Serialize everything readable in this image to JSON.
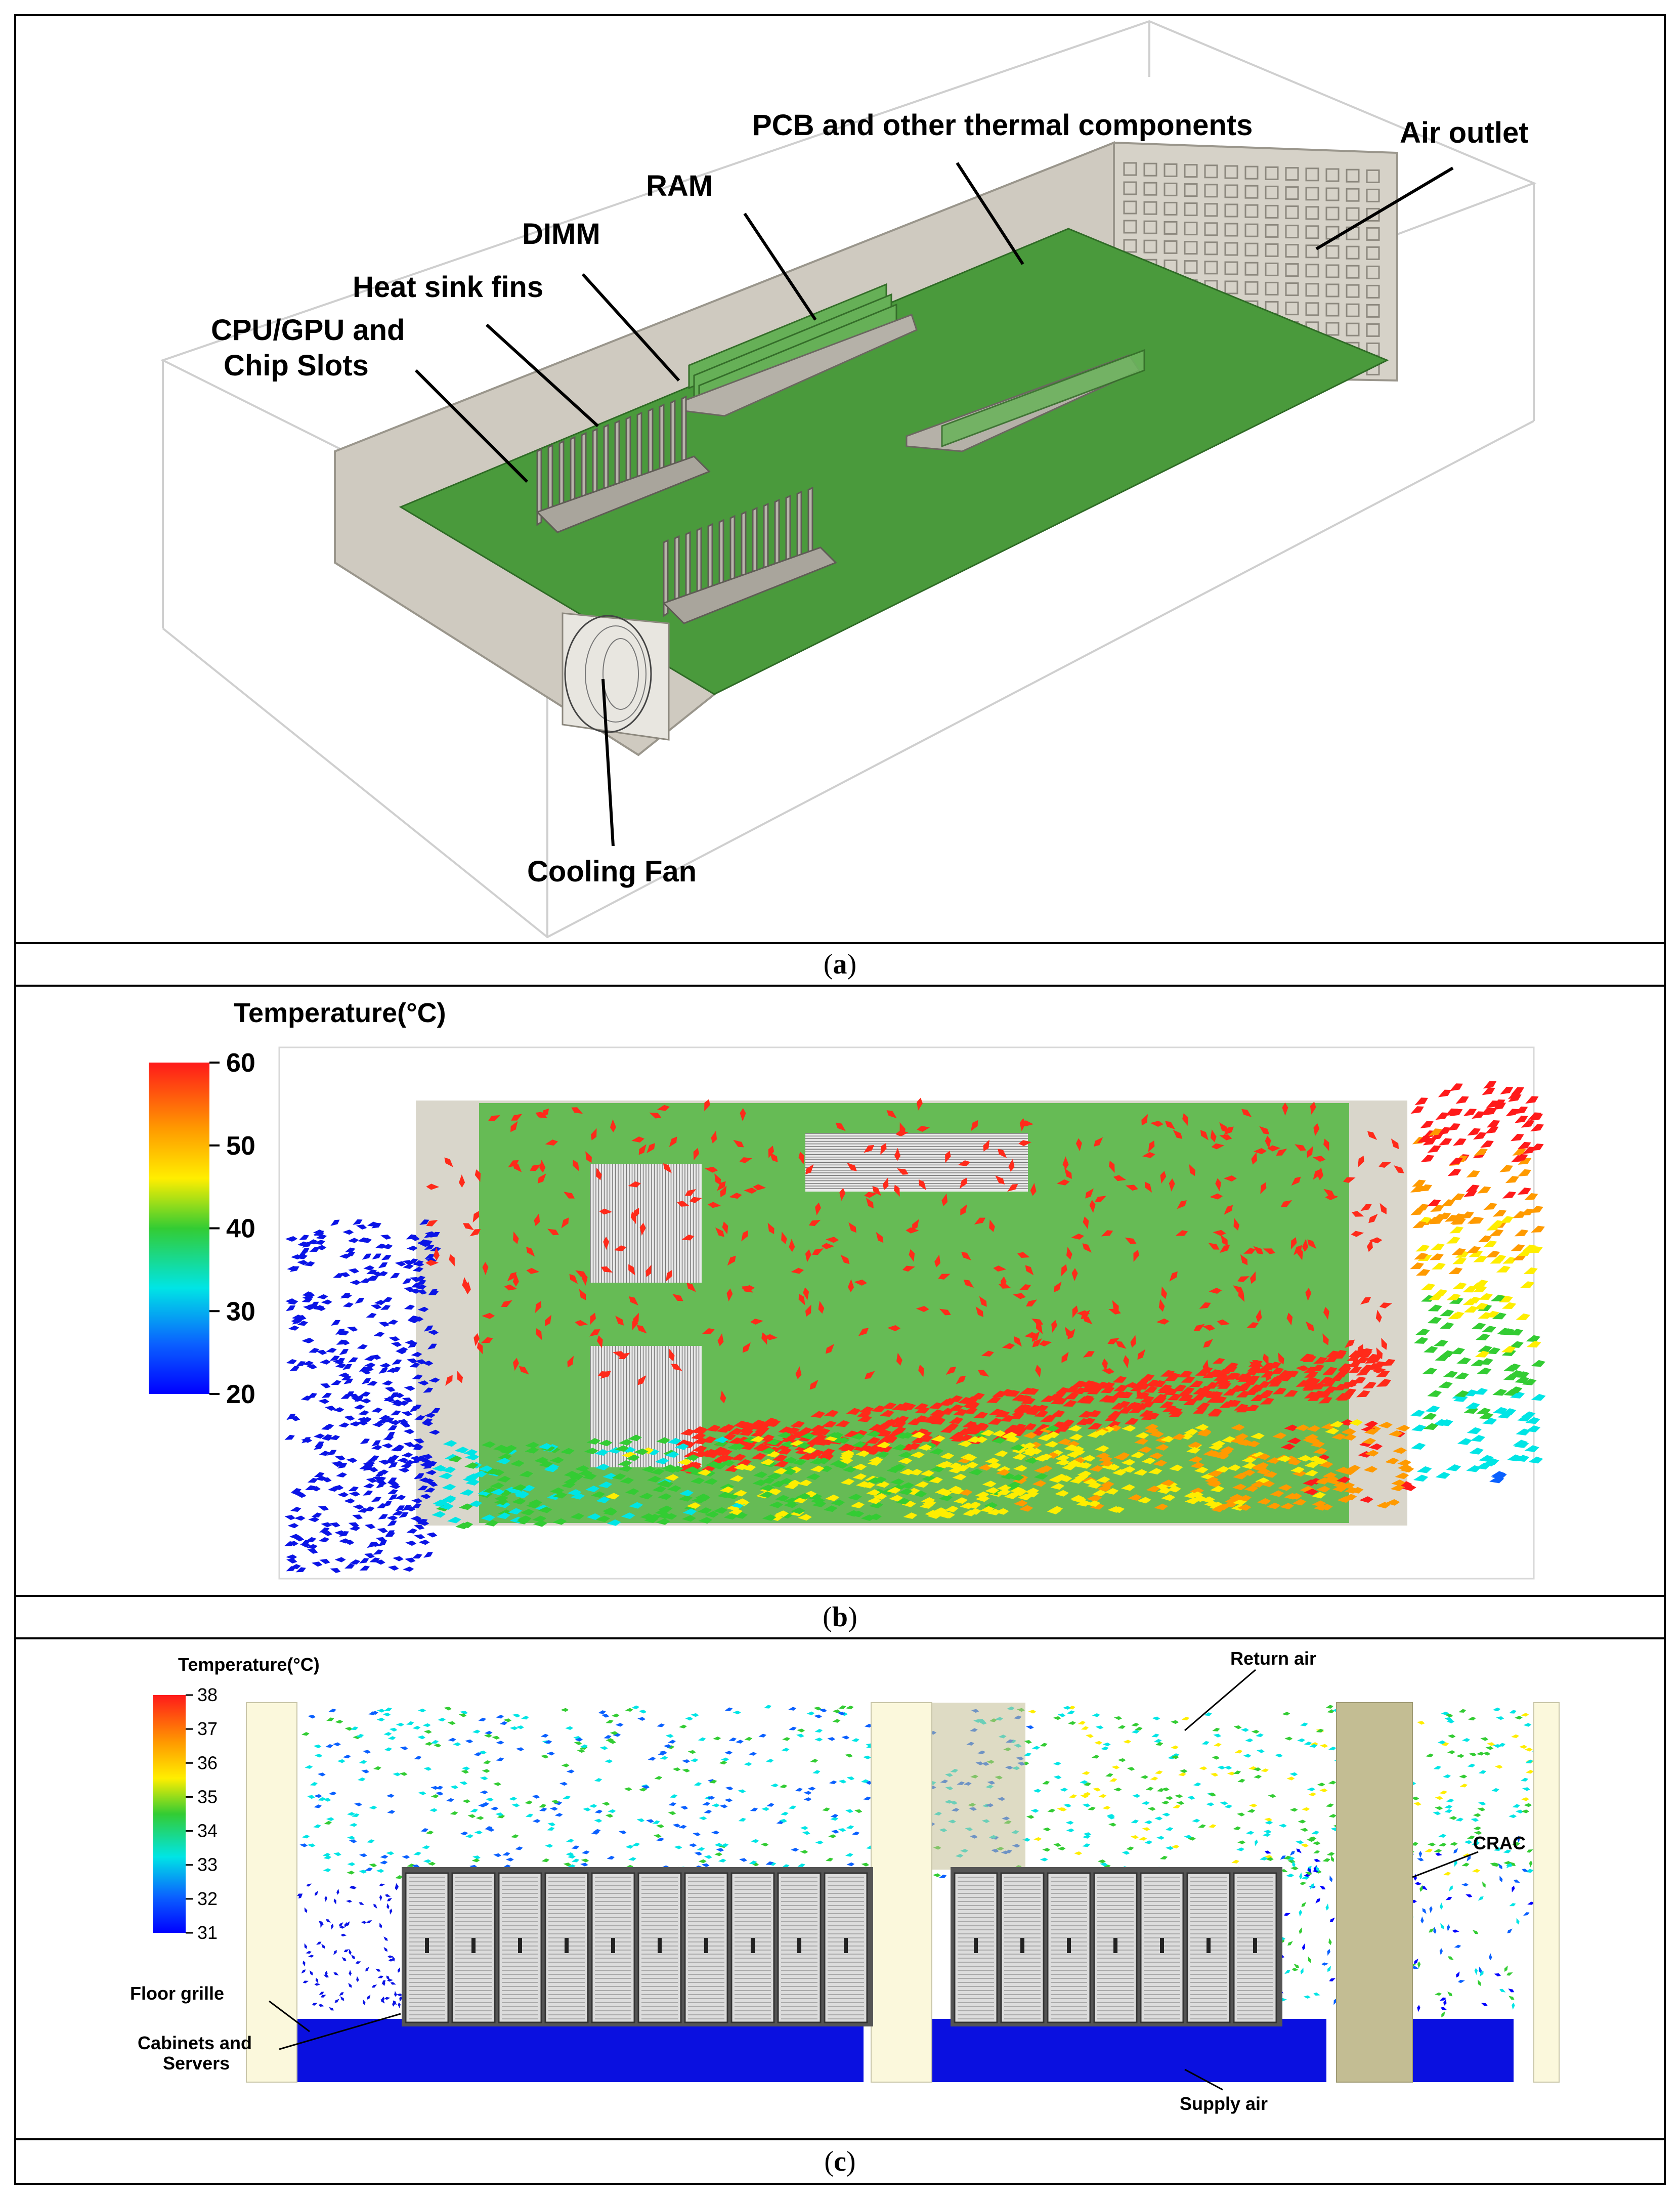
{
  "panel_a": {
    "labels": {
      "pcb": "PCB and other thermal components",
      "air_outlet": "Air outlet",
      "ram": "RAM",
      "dimm": "DIMM",
      "heat_sink": "Heat sink fins",
      "cpu_line1": "CPU/GPU and",
      "cpu_line2": "Chip Slots",
      "fan": "Cooling Fan"
    },
    "caption_open": "(",
    "caption_letter": "a",
    "caption_close": ")"
  },
  "panel_b": {
    "legend_title": "Temperature(°C)",
    "ticks": [
      "60",
      "50",
      "40",
      "30",
      "20"
    ],
    "caption_open": "(",
    "caption_letter": "b",
    "caption_close": ")"
  },
  "panel_c": {
    "legend_title": "Temperature(°C)",
    "ticks": [
      "38",
      "37",
      "36",
      "35",
      "34",
      "33",
      "32",
      "31"
    ],
    "labels": {
      "return_air": "Return air",
      "crac": "CRAC",
      "floor_grille": "Floor grille",
      "cabinets_line1": "Cabinets and",
      "cabinets_line2": "Servers",
      "supply_air": "Supply air"
    },
    "caption_open": "(",
    "caption_letter": "c",
    "caption_close": ")"
  },
  "colors": {
    "pcb_green": "#4a9a3c",
    "enclosure_grey": "#c9c4b8",
    "hot": "#ff2a1a",
    "cold": "#0a14e6",
    "floor_blue": "#0a10e0",
    "rack_grey": "#555555",
    "wall_cream": "#fbf8dc",
    "crac_khaki": "#c3bd93"
  }
}
